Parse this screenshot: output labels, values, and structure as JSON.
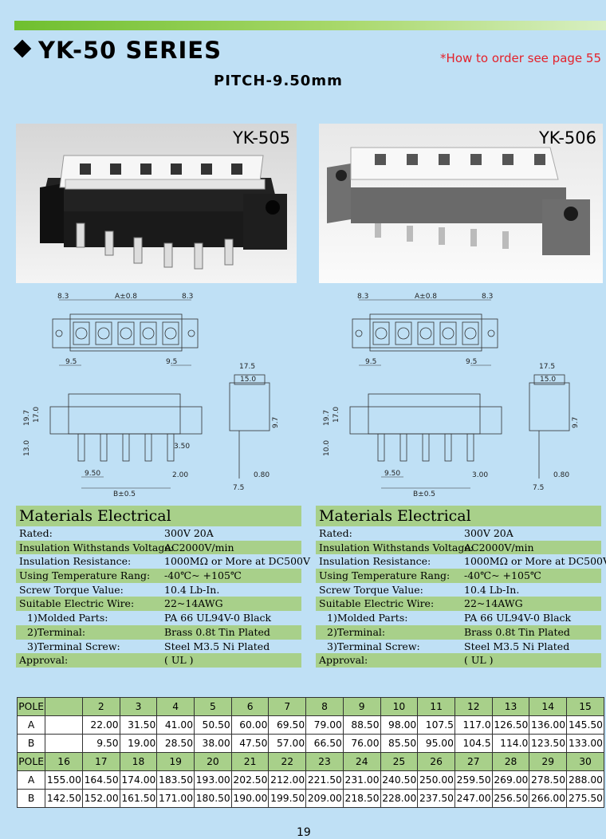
{
  "header": {
    "title": "YK-50 SERIES",
    "order_note": "*How to order see page 55",
    "pitch": "PITCH-9.50mm"
  },
  "products": [
    {
      "label": "YK-505"
    },
    {
      "label": "YK-506"
    }
  ],
  "drawings": [
    {
      "dims": {
        "end": "8.3",
        "a": "A±0.8",
        "end_r": "8.3",
        "side_l": "9.5",
        "side_r": "9.5",
        "w1": "17.5",
        "w2": "15.0",
        "h1": "19.7",
        "h2": "17.0",
        "h3": "13.0",
        "h4": "9.7",
        "p1": "3.50",
        "pitch": "9.50",
        "p2": "2.00",
        "b": "B±0.5",
        "t1": "0.80",
        "t2": "7.5"
      }
    },
    {
      "dims": {
        "end": "8.3",
        "a": "A±0.8",
        "end_r": "8.3",
        "side_l": "9.5",
        "side_r": "9.5",
        "w1": "17.5",
        "w2": "15.0",
        "h1": "19.7",
        "h2": "17.0",
        "h3": "10.0",
        "h4": "9.7",
        "p1": "",
        "pitch": "9.50",
        "p2": "3.00",
        "b": "B±0.5",
        "t1": "0.80",
        "t2": "7.5"
      }
    }
  ],
  "materials": {
    "heading": "Materials Electrical",
    "rows": [
      {
        "k": "Rated:",
        "v": "300V  20A"
      },
      {
        "k": "Insulation Withstands Voltage:",
        "v": "AC2000V/min"
      },
      {
        "k": "Insulation Resistance:",
        "v": "1000MΩ  or More at DC500V"
      },
      {
        "k": "Using Temperature Rang:",
        "v": "-40℃~ +105℃"
      },
      {
        "k": "Screw Torque Value:",
        "v": "10.4 Lb-In."
      },
      {
        "k": "Suitable Electric Wire:",
        "v": "22~14AWG"
      },
      {
        "k": "1)Molded Parts:",
        "v": "PA 66 UL94V-0 Black"
      },
      {
        "k": "2)Terminal:",
        "v": "Brass 0.8t Tin Plated"
      },
      {
        "k": "3)Terminal Screw:",
        "v": "Steel M3.5 Ni Plated"
      },
      {
        "k": "Approval:",
        "v": "( UL )"
      }
    ]
  },
  "table": {
    "pole_label": "POLE",
    "a_label": "A",
    "b_label": "B",
    "poles1": [
      "2",
      "3",
      "4",
      "5",
      "6",
      "7",
      "8",
      "9",
      "10",
      "11",
      "12",
      "13",
      "14",
      "15"
    ],
    "a1": [
      "22.00",
      "31.50",
      "41.00",
      "50.50",
      "60.00",
      "69.50",
      "79.00",
      "88.50",
      "98.00",
      "107.5",
      "117.0",
      "126.50",
      "136.00",
      "145.50"
    ],
    "b1": [
      "9.50",
      "19.00",
      "28.50",
      "38.00",
      "47.50",
      "57.00",
      "66.50",
      "76.00",
      "85.50",
      "95.00",
      "104.5",
      "114.0",
      "123.50",
      "133.00"
    ],
    "poles2": [
      "16",
      "17",
      "18",
      "19",
      "20",
      "21",
      "22",
      "23",
      "24",
      "25",
      "26",
      "27",
      "28",
      "29",
      "30"
    ],
    "a2": [
      "155.00",
      "164.50",
      "174.00",
      "183.50",
      "193.00",
      "202.50",
      "212.00",
      "221.50",
      "231.00",
      "240.50",
      "250.00",
      "259.50",
      "269.00",
      "278.50",
      "288.00"
    ],
    "b2": [
      "142.50",
      "152.00",
      "161.50",
      "171.00",
      "180.50",
      "190.00",
      "199.50",
      "209.00",
      "218.50",
      "228.00",
      "237.50",
      "247.00",
      "256.50",
      "266.00",
      "275.50"
    ]
  },
  "page_number": "19"
}
